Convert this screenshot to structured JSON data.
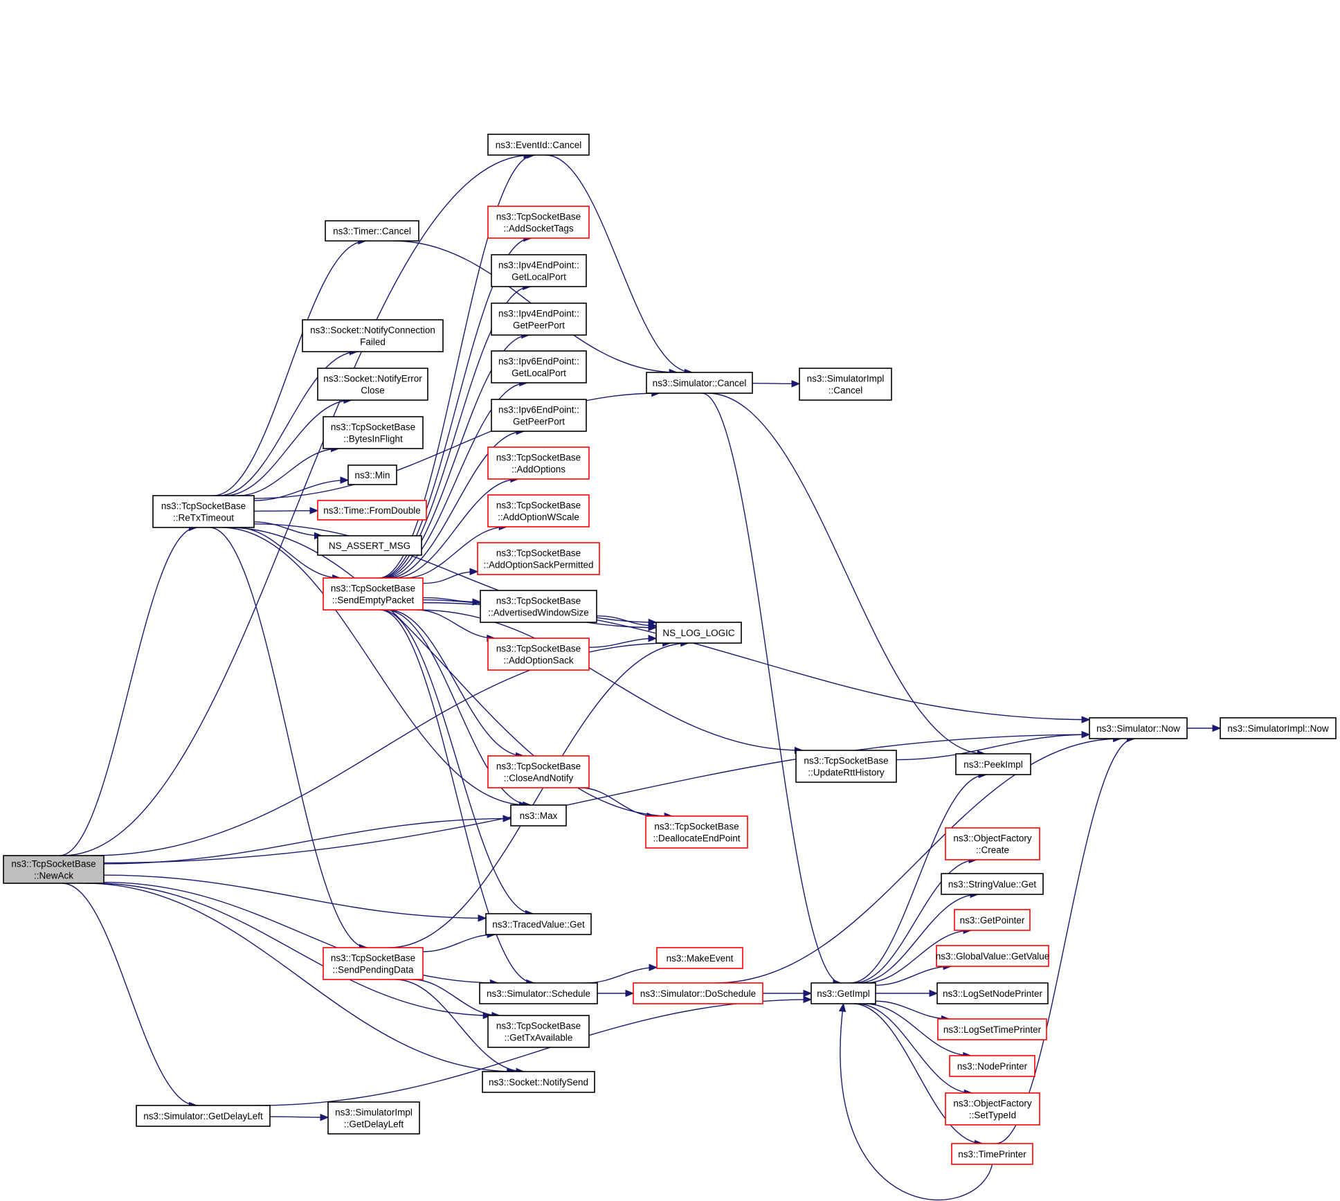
{
  "colors": {
    "edge": "#191970",
    "node_border_default": "#000000",
    "node_border_incomplete": "#ff0000",
    "node_fill": "#ffffff",
    "node_fill_focus": "#bfbfbf"
  },
  "nodes": [
    {
      "id": "newack",
      "lines": [
        "ns3::TcpSocketBase",
        "::NewAck"
      ],
      "style": "focus"
    },
    {
      "id": "retx",
      "lines": [
        "ns3::TcpSocketBase",
        "::ReTxTimeout"
      ],
      "style": "default"
    },
    {
      "id": "getdelay",
      "lines": [
        "ns3::Simulator::GetDelayLeft"
      ],
      "style": "default"
    },
    {
      "id": "timercancel",
      "lines": [
        "ns3::Timer::Cancel"
      ],
      "style": "default"
    },
    {
      "id": "notifyconn",
      "lines": [
        "ns3::Socket::NotifyConnection",
        "Failed"
      ],
      "style": "default"
    },
    {
      "id": "notifyerr",
      "lines": [
        "ns3::Socket::NotifyError",
        "Close"
      ],
      "style": "default"
    },
    {
      "id": "bytesinflight",
      "lines": [
        "ns3::TcpSocketBase",
        "::BytesInFlight"
      ],
      "style": "default"
    },
    {
      "id": "min",
      "lines": [
        "ns3::Min"
      ],
      "style": "default"
    },
    {
      "id": "fromdouble",
      "lines": [
        "ns3::Time::FromDouble"
      ],
      "style": "red"
    },
    {
      "id": "nsassert",
      "lines": [
        "NS_ASSERT_MSG"
      ],
      "style": "default"
    },
    {
      "id": "sendempty",
      "lines": [
        "ns3::TcpSocketBase",
        "::SendEmptyPacket"
      ],
      "style": "red"
    },
    {
      "id": "sendpending",
      "lines": [
        "ns3::TcpSocketBase",
        "::SendPendingData"
      ],
      "style": "red"
    },
    {
      "id": "eventcancel",
      "lines": [
        "ns3::EventId::Cancel"
      ],
      "style": "default"
    },
    {
      "id": "addsockettags",
      "lines": [
        "ns3::TcpSocketBase",
        "::AddSocketTags"
      ],
      "style": "red"
    },
    {
      "id": "ipv4local",
      "lines": [
        "ns3::Ipv4EndPoint::",
        "GetLocalPort"
      ],
      "style": "default"
    },
    {
      "id": "ipv4peer",
      "lines": [
        "ns3::Ipv4EndPoint::",
        "GetPeerPort"
      ],
      "style": "default"
    },
    {
      "id": "ipv6local",
      "lines": [
        "ns3::Ipv6EndPoint::",
        "GetLocalPort"
      ],
      "style": "default"
    },
    {
      "id": "ipv6peer",
      "lines": [
        "ns3::Ipv6EndPoint::",
        "GetPeerPort"
      ],
      "style": "default"
    },
    {
      "id": "addoptions",
      "lines": [
        "ns3::TcpSocketBase",
        "::AddOptions"
      ],
      "style": "red"
    },
    {
      "id": "addoptwscale",
      "lines": [
        "ns3::TcpSocketBase",
        "::AddOptionWScale"
      ],
      "style": "red"
    },
    {
      "id": "addoptsackperm",
      "lines": [
        "ns3::TcpSocketBase",
        "::AddOptionSackPermitted"
      ],
      "style": "red"
    },
    {
      "id": "advwin",
      "lines": [
        "ns3::TcpSocketBase",
        "::AdvertisedWindowSize"
      ],
      "style": "default"
    },
    {
      "id": "addoptsack",
      "lines": [
        "ns3::TcpSocketBase",
        "::AddOptionSack"
      ],
      "style": "red"
    },
    {
      "id": "closeandnotify",
      "lines": [
        "ns3::TcpSocketBase",
        "::CloseAndNotify"
      ],
      "style": "red"
    },
    {
      "id": "max",
      "lines": [
        "ns3::Max"
      ],
      "style": "default"
    },
    {
      "id": "tracedget",
      "lines": [
        "ns3::TracedValue::Get"
      ],
      "style": "default"
    },
    {
      "id": "schedule",
      "lines": [
        "ns3::Simulator::Schedule"
      ],
      "style": "default"
    },
    {
      "id": "gettxavail",
      "lines": [
        "ns3::TcpSocketBase",
        "::GetTxAvailable"
      ],
      "style": "default"
    },
    {
      "id": "notifysend",
      "lines": [
        "ns3::Socket::NotifySend"
      ],
      "style": "default"
    },
    {
      "id": "simimplgetdelay",
      "lines": [
        "ns3::SimulatorImpl",
        "::GetDelayLeft"
      ],
      "style": "default"
    },
    {
      "id": "simcancel",
      "lines": [
        "ns3::Simulator::Cancel"
      ],
      "style": "default"
    },
    {
      "id": "nslog",
      "lines": [
        "NS_LOG_LOGIC"
      ],
      "style": "default"
    },
    {
      "id": "dealloc",
      "lines": [
        "ns3::TcpSocketBase",
        "::DeallocateEndPoint"
      ],
      "style": "red"
    },
    {
      "id": "makeevent",
      "lines": [
        "ns3::MakeEvent"
      ],
      "style": "red"
    },
    {
      "id": "doschedule",
      "lines": [
        "ns3::Simulator::DoSchedule"
      ],
      "style": "red"
    },
    {
      "id": "simimplcancel",
      "lines": [
        "ns3::SimulatorImpl",
        "::Cancel"
      ],
      "style": "default"
    },
    {
      "id": "updatertt",
      "lines": [
        "ns3::TcpSocketBase",
        "::UpdateRttHistory"
      ],
      "style": "default"
    },
    {
      "id": "getimpl",
      "lines": [
        "ns3::GetImpl"
      ],
      "style": "default"
    },
    {
      "id": "peekimpl",
      "lines": [
        "ns3::PeekImpl"
      ],
      "style": "default"
    },
    {
      "id": "ofcreate",
      "lines": [
        "ns3::ObjectFactory",
        "::Create"
      ],
      "style": "red"
    },
    {
      "id": "stringget",
      "lines": [
        "ns3::StringValue::Get"
      ],
      "style": "default"
    },
    {
      "id": "getpointer",
      "lines": [
        "ns3::GetPointer"
      ],
      "style": "red"
    },
    {
      "id": "gvgetvalue",
      "lines": [
        "ns3::GlobalValue::GetValue"
      ],
      "style": "red"
    },
    {
      "id": "lognodeprinter",
      "lines": [
        "ns3::LogSetNodePrinter"
      ],
      "style": "default"
    },
    {
      "id": "logtimeprinter",
      "lines": [
        "ns3::LogSetTimePrinter"
      ],
      "style": "red"
    },
    {
      "id": "nodeprinter",
      "lines": [
        "ns3::NodePrinter"
      ],
      "style": "red"
    },
    {
      "id": "ofsettypeid",
      "lines": [
        "ns3::ObjectFactory",
        "::SetTypeId"
      ],
      "style": "red"
    },
    {
      "id": "timeprinter",
      "lines": [
        "ns3::TimePrinter"
      ],
      "style": "red"
    },
    {
      "id": "simnow",
      "lines": [
        "ns3::Simulator::Now"
      ],
      "style": "default"
    },
    {
      "id": "simimplnow",
      "lines": [
        "ns3::SimulatorImpl::Now"
      ],
      "style": "default"
    }
  ],
  "edges": [
    [
      "newack",
      "retx"
    ],
    [
      "newack",
      "getdelay"
    ],
    [
      "newack",
      "eventcancel"
    ],
    [
      "newack",
      "simnow"
    ],
    [
      "newack",
      "nslog"
    ],
    [
      "newack",
      "max"
    ],
    [
      "newack",
      "tracedget"
    ],
    [
      "newack",
      "schedule"
    ],
    [
      "newack",
      "gettxavail"
    ],
    [
      "newack",
      "notifysend"
    ],
    [
      "retx",
      "timercancel"
    ],
    [
      "retx",
      "notifyconn"
    ],
    [
      "retx",
      "notifyerr"
    ],
    [
      "retx",
      "bytesinflight"
    ],
    [
      "retx",
      "min"
    ],
    [
      "retx",
      "fromdouble"
    ],
    [
      "retx",
      "nsassert"
    ],
    [
      "retx",
      "sendempty"
    ],
    [
      "retx",
      "sendpending"
    ],
    [
      "retx",
      "simcancel"
    ],
    [
      "retx",
      "nslog"
    ],
    [
      "retx",
      "dealloc"
    ],
    [
      "retx",
      "max"
    ],
    [
      "timercancel",
      "simcancel"
    ],
    [
      "sendempty",
      "eventcancel"
    ],
    [
      "sendempty",
      "addsockettags"
    ],
    [
      "sendempty",
      "ipv4local"
    ],
    [
      "sendempty",
      "ipv4peer"
    ],
    [
      "sendempty",
      "ipv6local"
    ],
    [
      "sendempty",
      "ipv6peer"
    ],
    [
      "sendempty",
      "addoptions"
    ],
    [
      "sendempty",
      "addoptwscale"
    ],
    [
      "sendempty",
      "addoptsackperm"
    ],
    [
      "sendempty",
      "advwin"
    ],
    [
      "sendempty",
      "addoptsack"
    ],
    [
      "sendempty",
      "nslog"
    ],
    [
      "sendempty",
      "simnow"
    ],
    [
      "sendempty",
      "updatertt"
    ],
    [
      "sendempty",
      "closeandnotify"
    ],
    [
      "sendempty",
      "max"
    ],
    [
      "sendempty",
      "tracedget"
    ],
    [
      "sendempty",
      "schedule"
    ],
    [
      "sendpending",
      "tracedget"
    ],
    [
      "sendpending",
      "nslog"
    ],
    [
      "sendpending",
      "gettxavail"
    ],
    [
      "sendpending",
      "notifysend"
    ],
    [
      "eventcancel",
      "simcancel"
    ],
    [
      "advwin",
      "nslog"
    ],
    [
      "addoptsack",
      "nslog"
    ],
    [
      "closeandnotify",
      "dealloc"
    ],
    [
      "schedule",
      "makeevent"
    ],
    [
      "schedule",
      "doschedule"
    ],
    [
      "doschedule",
      "getimpl"
    ],
    [
      "doschedule",
      "simnow"
    ],
    [
      "getdelay",
      "simimplgetdelay"
    ],
    [
      "getdelay",
      "getimpl"
    ],
    [
      "simcancel",
      "simimplcancel"
    ],
    [
      "simcancel",
      "getimpl"
    ],
    [
      "simcancel",
      "peekimpl"
    ],
    [
      "updatertt",
      "simnow"
    ],
    [
      "getimpl",
      "peekimpl"
    ],
    [
      "getimpl",
      "ofcreate"
    ],
    [
      "getimpl",
      "stringget"
    ],
    [
      "getimpl",
      "getpointer"
    ],
    [
      "getimpl",
      "gvgetvalue"
    ],
    [
      "getimpl",
      "lognodeprinter"
    ],
    [
      "getimpl",
      "logtimeprinter"
    ],
    [
      "getimpl",
      "nodeprinter"
    ],
    [
      "getimpl",
      "ofsettypeid"
    ],
    [
      "getimpl",
      "timeprinter"
    ],
    [
      "timeprinter",
      "getimpl"
    ],
    [
      "timeprinter",
      "simnow"
    ],
    [
      "simnow",
      "simimplnow"
    ]
  ]
}
